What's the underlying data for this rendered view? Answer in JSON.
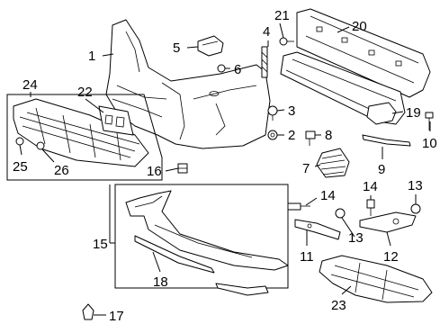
{
  "callouts": {
    "c1": "1",
    "c2": "2",
    "c3": "3",
    "c4": "4",
    "c5": "5",
    "c6": "6",
    "c7": "7",
    "c8": "8",
    "c9": "9",
    "c10": "10",
    "c11": "11",
    "c12": "12",
    "c13a": "13",
    "c13b": "13",
    "c14a": "14",
    "c14b": "14",
    "c15": "15",
    "c16": "16",
    "c17": "17",
    "c18": "18",
    "c19": "19",
    "c20": "20",
    "c21": "21",
    "c22": "22",
    "c23": "23",
    "c24": "24",
    "c25": "25",
    "c26": "26"
  }
}
